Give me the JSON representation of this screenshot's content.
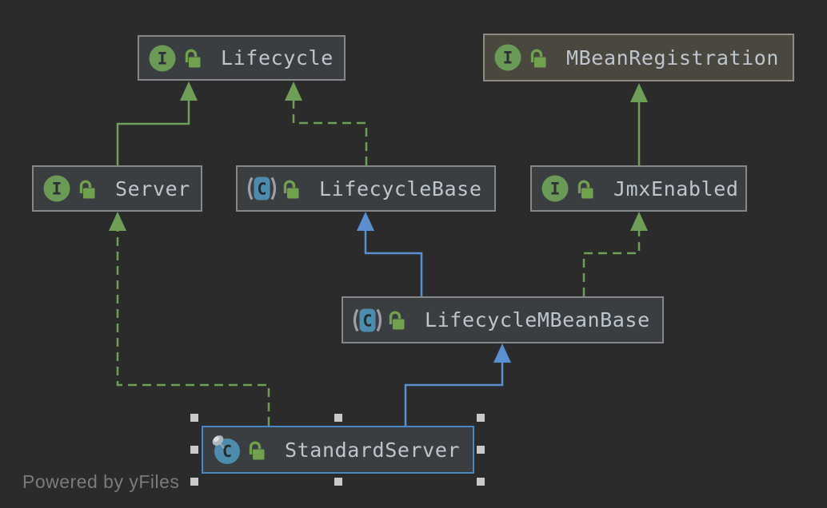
{
  "watermark": {
    "label": "Powered by yFiles"
  },
  "icons": {
    "interface_letter": "I",
    "class_letter": "C",
    "interface_icon": "green-circle-I",
    "abstract_class_icon": "blue-rounded-C-in-parentheses",
    "class_icon": "blue-circle-C",
    "pin_icon": "pin-overlay-on-class",
    "lock_icon": "green-open-padlock"
  },
  "colors": {
    "background": "#2b2b2b",
    "node_bg": "#3b3e40",
    "node_bg_library": "#4a473f",
    "node_border": "#85878a",
    "node_text": "#bdc6cf",
    "edge_extends_blue": "#5a8fd0",
    "edge_implements_green": "#6f9e58",
    "interface_icon_green": "#6a9a55",
    "class_icon_blue": "#4e8cad",
    "lock_green": "#71a04f",
    "selection_border": "#4a87c7",
    "selection_handle": "#c9c9c9",
    "watermark_text": "#7b7b7b"
  },
  "diagram": {
    "nodes": [
      {
        "id": "Lifecycle",
        "label": "Lifecycle",
        "kind": "interface",
        "visibility_lock": "unlocked"
      },
      {
        "id": "MBeanRegistration",
        "label": "MBeanRegistration",
        "kind": "interface",
        "visibility_lock": "unlocked",
        "library": true
      },
      {
        "id": "Server",
        "label": "Server",
        "kind": "interface",
        "visibility_lock": "unlocked"
      },
      {
        "id": "LifecycleBase",
        "label": "LifecycleBase",
        "kind": "abstract-class",
        "visibility_lock": "unlocked"
      },
      {
        "id": "JmxEnabled",
        "label": "JmxEnabled",
        "kind": "interface",
        "visibility_lock": "unlocked"
      },
      {
        "id": "LifecycleMBeanBase",
        "label": "LifecycleMBeanBase",
        "kind": "abstract-class",
        "visibility_lock": "unlocked"
      },
      {
        "id": "StandardServer",
        "label": "StandardServer",
        "kind": "class",
        "visibility_lock": "unlocked",
        "selected": true,
        "pinned": true
      }
    ],
    "edges": [
      {
        "from": "Server",
        "to": "Lifecycle",
        "relation": "extends",
        "line": "solid-green"
      },
      {
        "from": "LifecycleBase",
        "to": "Lifecycle",
        "relation": "implements",
        "line": "dashed-green"
      },
      {
        "from": "JmxEnabled",
        "to": "MBeanRegistration",
        "relation": "extends",
        "line": "solid-green"
      },
      {
        "from": "LifecycleMBeanBase",
        "to": "LifecycleBase",
        "relation": "extends",
        "line": "solid-blue"
      },
      {
        "from": "LifecycleMBeanBase",
        "to": "JmxEnabled",
        "relation": "implements",
        "line": "dashed-green"
      },
      {
        "from": "StandardServer",
        "to": "LifecycleMBeanBase",
        "relation": "extends",
        "line": "solid-blue"
      },
      {
        "from": "StandardServer",
        "to": "Server",
        "relation": "implements",
        "line": "dashed-green"
      }
    ]
  }
}
